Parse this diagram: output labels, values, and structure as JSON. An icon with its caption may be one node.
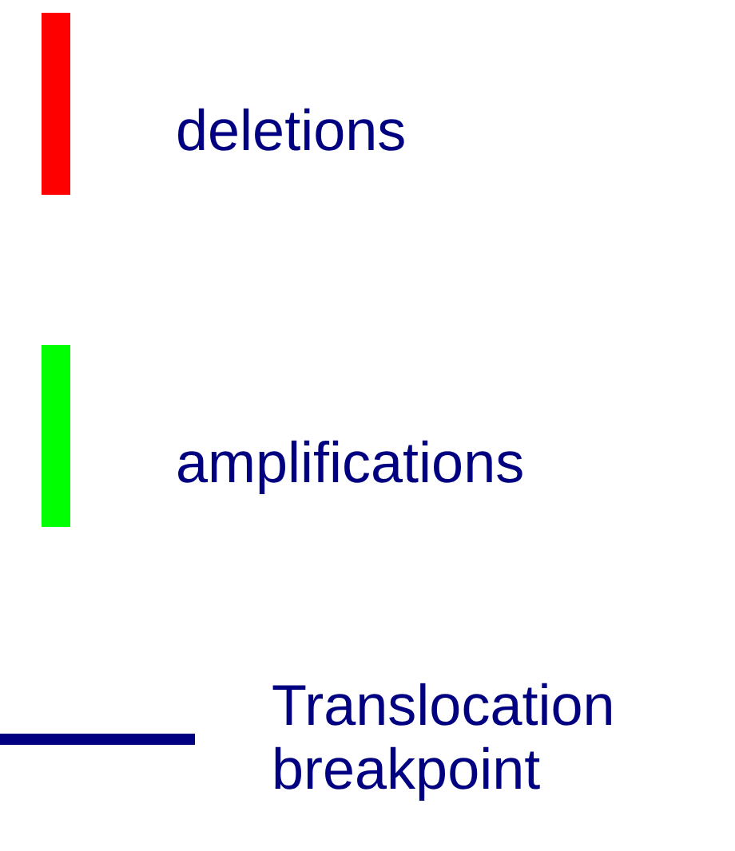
{
  "diagram": {
    "legend": [
      {
        "text": "deletions",
        "color": "#ff0000"
      },
      {
        "text": "amplifications",
        "color": "#00ff00"
      },
      {
        "text": "Translocation breakpoint"
      }
    ]
  }
}
